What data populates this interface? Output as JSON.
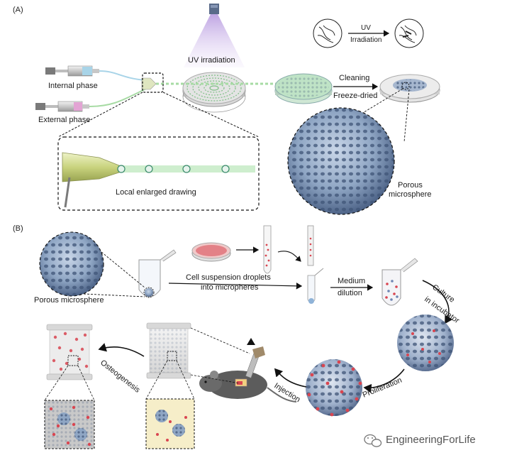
{
  "panel_a": {
    "tag": "(A)",
    "internal_phase": "Internal phase",
    "external_phase": "External phase",
    "uv_irradiation": "UV irradiation",
    "uv_arrow_line1": "UV",
    "uv_arrow_line2": "Irradiation",
    "cleaning": "Cleaning",
    "freeze_dried": "Freeze-dried",
    "local_enlarged": "Local enlarged drawing",
    "porous_line1": "Porous",
    "porous_line2": "microsphere"
  },
  "panel_b": {
    "tag": "(B)",
    "porous_microsphere": "Porous  microsphere",
    "cell_line1": "Cell suspension droplets",
    "cell_line2": "into micropheres",
    "medium_line1": "Medium",
    "medium_line2": "dilution",
    "culture_line1": "Culture",
    "culture_line2": "in incubator",
    "proliferation": "Proliferation",
    "injection": "Injection",
    "osteogenesis": "Osteogenesis"
  },
  "watermark": "EngineeringForLife",
  "colors": {
    "microsphere_blue": "#8fa6c4",
    "uv_purple": "#b89be0",
    "green_flow": "#9fd8a8",
    "cell_red": "#d94550"
  }
}
